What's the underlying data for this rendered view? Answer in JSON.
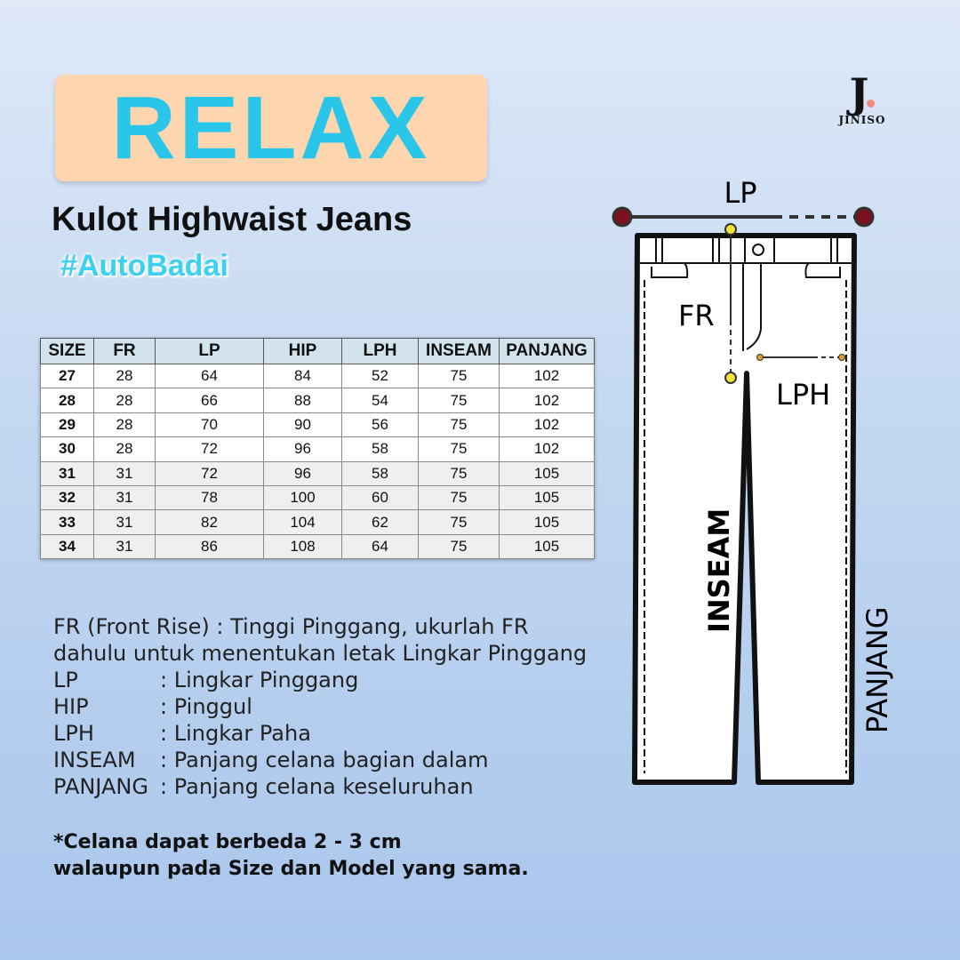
{
  "title": "RELAX",
  "subtitle": "Kulot Highwaist Jeans",
  "hashtag": "#AutoBadai",
  "brand": {
    "mark": "J",
    "name": "JINISO"
  },
  "table": {
    "headers": [
      "SIZE",
      "FR",
      "LP",
      "HIP",
      "LPH",
      "INSEAM",
      "PANJANG"
    ],
    "rows": [
      [
        "27",
        "28",
        "64",
        "84",
        "52",
        "75",
        "102"
      ],
      [
        "28",
        "28",
        "66",
        "88",
        "54",
        "75",
        "102"
      ],
      [
        "29",
        "28",
        "70",
        "90",
        "56",
        "75",
        "102"
      ],
      [
        "30",
        "28",
        "72",
        "96",
        "58",
        "75",
        "102"
      ],
      [
        "31",
        "31",
        "72",
        "96",
        "58",
        "75",
        "105"
      ],
      [
        "32",
        "31",
        "78",
        "100",
        "60",
        "75",
        "105"
      ],
      [
        "33",
        "31",
        "82",
        "104",
        "62",
        "75",
        "105"
      ],
      [
        "34",
        "31",
        "86",
        "108",
        "64",
        "75",
        "105"
      ]
    ]
  },
  "legend": {
    "fr_line1": "FR (Front Rise) : Tinggi Pinggang, ukurlah FR",
    "fr_line2": "dahulu untuk menentukan letak Lingkar Pinggang",
    "items": [
      {
        "key": "LP",
        "value": ": Lingkar Pinggang"
      },
      {
        "key": "HIP",
        "value": ": Pinggul"
      },
      {
        "key": "LPH",
        "value": ": Lingkar Paha"
      },
      {
        "key": "INSEAM",
        "value": ": Panjang celana bagian dalam"
      },
      {
        "key": "PANJANG",
        "value": ": Panjang celana keseluruhan"
      }
    ]
  },
  "note": {
    "line1": "*Celana dapat berbeda 2 - 3 cm",
    "line2": "walaupun pada Size dan Model yang sama."
  },
  "diagram": {
    "lp": "LP",
    "fr": "FR",
    "lph": "LPH",
    "inseam": "INSEAM",
    "panjang": "PANJANG"
  }
}
